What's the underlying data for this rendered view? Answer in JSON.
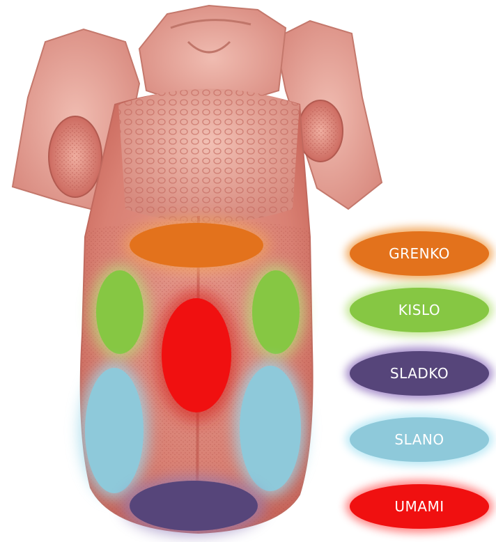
{
  "legend": [
    {
      "label": "GRENKO",
      "color": "#e3721c",
      "glow": "#f3b06c"
    },
    {
      "label": "KISLO",
      "color": "#86c743",
      "glow": "#c8e89c"
    },
    {
      "label": "SLADKO",
      "color": "#56457a",
      "glow": "#a890cc"
    },
    {
      "label": "SLANO",
      "color": "#8ec9da",
      "glow": "#bfeaf6"
    },
    {
      "label": "UMAMI",
      "color": "#f01010",
      "glow": "#ff8888"
    }
  ]
}
